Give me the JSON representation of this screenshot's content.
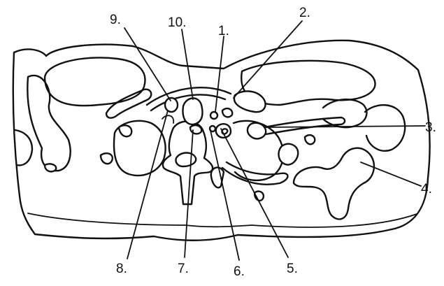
{
  "labels": {
    "l1": "1.",
    "l2": "2.",
    "l3": "3.",
    "l4": "4.",
    "l5": "5.",
    "l6": "6.",
    "l7": "7.",
    "l8": "8.",
    "l9": "9.",
    "l10": "10."
  },
  "colors": {
    "stroke": "#111111",
    "background": "#ffffff"
  }
}
